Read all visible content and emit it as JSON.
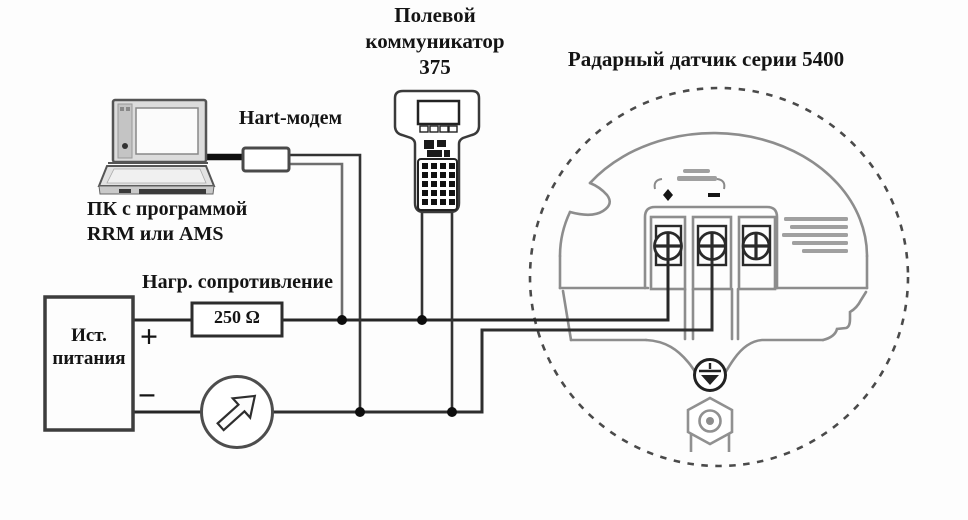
{
  "diagram": {
    "pc_label": [
      "ПК с программой",
      "RRM или AMS"
    ],
    "hart_modem_label": "Hart-модем",
    "communicator_label": [
      "Полевой",
      "коммуникатор",
      "375"
    ],
    "radar_label": "Радарный датчик серии 5400",
    "load_resistance_label": "Нагр. сопротивление",
    "resistor_value": "250 Ω",
    "power_source_label": [
      "Ист.",
      "питания"
    ],
    "plus_sign": "+",
    "minus_sign": "−"
  },
  "icons": {
    "terminal_plus": "+",
    "terminal_minus": "−",
    "ground": "⏚",
    "meter_arrow": "↗"
  },
  "colors": {
    "background": "#fdfdfd",
    "wire_dark": "#262626",
    "wire_gray": "#6e6e6e",
    "housing_gray": "#8d8d8d",
    "dashed_enclosure": "#4a4a4a",
    "text": "#141414"
  }
}
